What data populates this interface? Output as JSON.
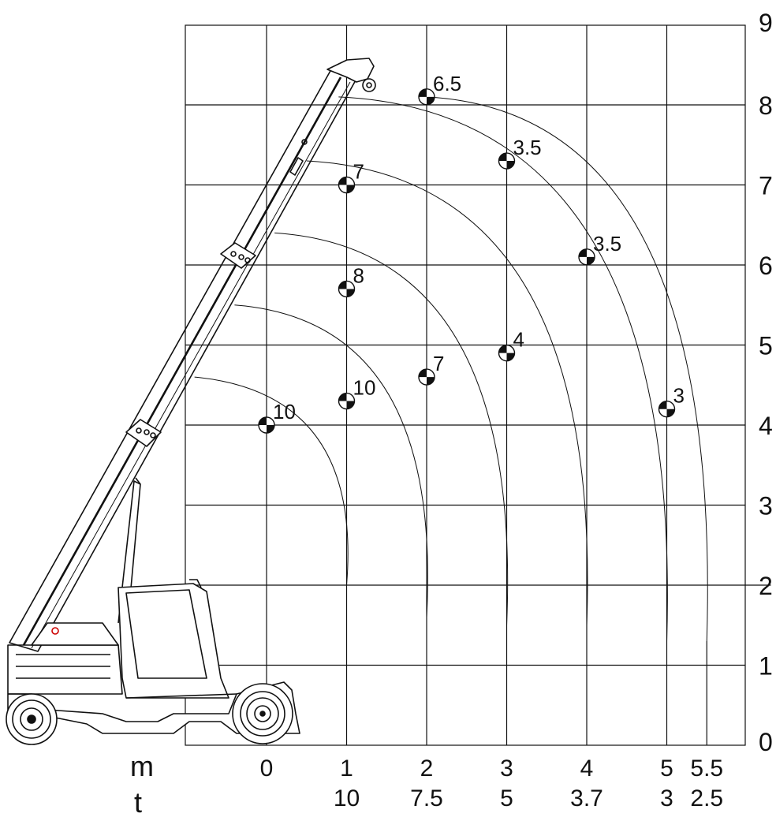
{
  "chart_data": {
    "type": "load-chart",
    "x_unit": "m",
    "load_unit": "t",
    "x_ticks": [
      "0",
      "1",
      "2",
      "3",
      "4",
      "5",
      "5.5"
    ],
    "load_ticks": [
      {
        "x": 1,
        "label": "10"
      },
      {
        "x": 2,
        "label": "7.5"
      },
      {
        "x": 3,
        "label": "5"
      },
      {
        "x": 4,
        "label": "3.7"
      },
      {
        "x": 5,
        "label": "3"
      },
      {
        "x": 5.5,
        "label": "2.5"
      }
    ],
    "y_ticks": [
      "0",
      "1",
      "2",
      "3",
      "4",
      "5",
      "6",
      "7",
      "8",
      "9"
    ],
    "xlim": [
      -1,
      6
    ],
    "ylim": [
      0,
      9
    ],
    "grid": true,
    "load_points": [
      {
        "x": 0,
        "y": 4.0,
        "label": "10"
      },
      {
        "x": 1,
        "y": 4.3,
        "label": "10"
      },
      {
        "x": 2,
        "y": 4.6,
        "label": "7"
      },
      {
        "x": 3,
        "y": 4.9,
        "label": "4"
      },
      {
        "x": 5,
        "y": 4.2,
        "label": "3"
      },
      {
        "x": 1,
        "y": 5.7,
        "label": "8"
      },
      {
        "x": 1,
        "y": 7.0,
        "label": "7"
      },
      {
        "x": 3,
        "y": 7.3,
        "label": "3.5"
      },
      {
        "x": 4,
        "y": 6.1,
        "label": "3.5"
      },
      {
        "x": 2,
        "y": 8.1,
        "label": "6.5"
      }
    ],
    "arcs": [
      {
        "start": [
          -0.9,
          4.6
        ],
        "end": [
          1.0,
          2.0
        ]
      },
      {
        "start": [
          -0.4,
          5.5
        ],
        "end": [
          2.0,
          1.6
        ]
      },
      {
        "start": [
          0.1,
          6.4
        ],
        "end": [
          3.0,
          1.5
        ]
      },
      {
        "start": [
          0.5,
          7.3
        ],
        "end": [
          4.0,
          1.5
        ]
      },
      {
        "start": [
          0.9,
          8.1
        ],
        "end": [
          5.0,
          1.3
        ]
      },
      {
        "start": [
          2.0,
          8.1
        ],
        "end": [
          5.5,
          1.3
        ]
      }
    ]
  }
}
